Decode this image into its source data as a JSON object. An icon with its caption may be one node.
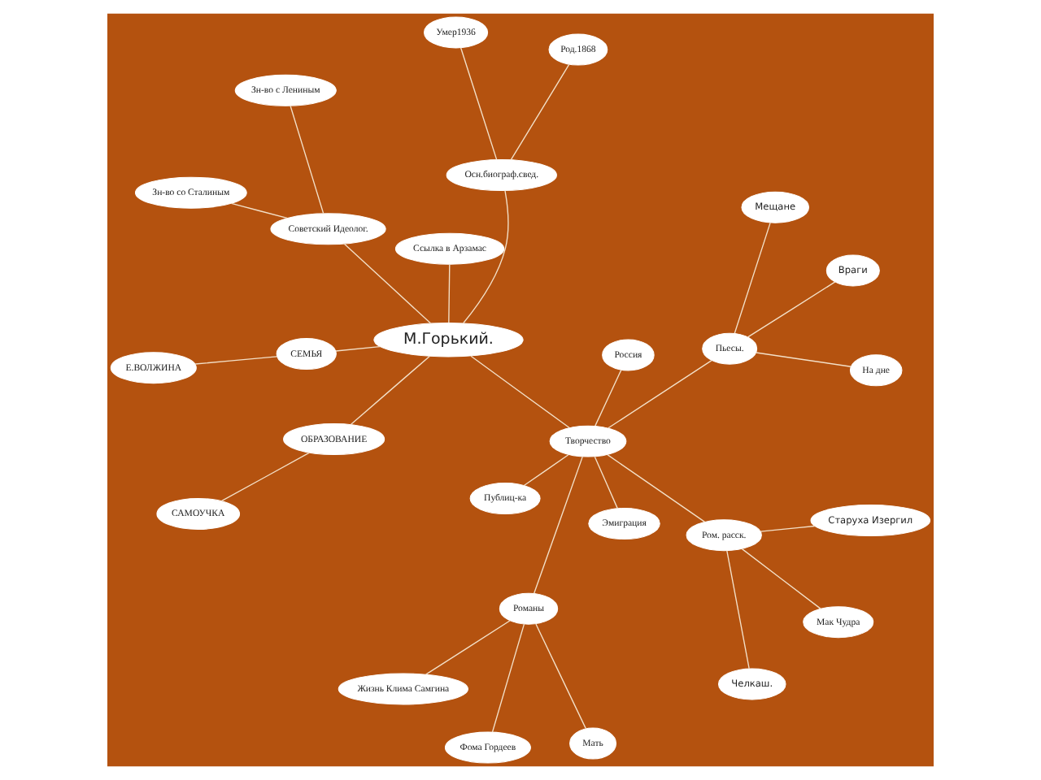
{
  "diagram": {
    "nodes": [
      {
        "text": [
          "Е.ВОЛЖИНА"
        ]
      },
      {
        "text": [
          "Осн.биограф.свед."
        ]
      },
      {
        "text": [
          "Эмиграция"
        ]
      },
      {
        "text": [
          "Россия"
        ]
      },
      {
        "text": [
          "Род.1868"
        ]
      },
      {
        "text": [
          "Умер1936"
        ]
      },
      {
        "text": [
          "СЕМЬЯ"
        ]
      },
      {
        "text": [
          "Мак Чудра"
        ]
      },
      {
        "text": [
          "Ром. расск."
        ]
      },
      {
        "text": [
          "Челкаш."
        ]
      },
      {
        "text": [
          "Творчество"
        ]
      },
      {
        "text": [
          "ОБРАЗОВАНИЕ"
        ]
      },
      {
        "text": [
          "Старуха Изергил"
        ]
      },
      {
        "text": [
          "М.Горький."
        ]
      },
      {
        "text": [
          "Пьесы."
        ]
      },
      {
        "text": [
          "САМОУЧКА"
        ]
      },
      {
        "text": [
          "На дне"
        ]
      },
      {
        "text": [
          "Публиц-ка"
        ]
      },
      {
        "text": [
          "Мещане"
        ]
      },
      {
        "text": [
          "Советский Идеолог."
        ]
      },
      {
        "text": [
          "Ссылка в Арзамас"
        ]
      },
      {
        "text": [
          "Романы"
        ]
      },
      {
        "text": [
          "Враги"
        ]
      },
      {
        "text": [
          "Зн-во с Лениным"
        ]
      },
      {
        "text": [
          "Зн-во со Сталиным"
        ]
      },
      {
        "text": [
          "Фома Гордеев"
        ]
      },
      {
        "text": [
          "Мать"
        ]
      },
      {
        "text": [
          "Жизнь Клима Самгина"
        ]
      }
    ],
    "edges": [
      {
        "from": 13,
        "to": 1,
        "arrow": "none"
      },
      {
        "from": 1,
        "to": 4,
        "arrow": "none"
      },
      {
        "from": 1,
        "to": 5,
        "arrow": "none"
      },
      {
        "from": 0,
        "to": 6,
        "arrow": "none"
      },
      {
        "from": 6,
        "to": 13,
        "arrow": "none"
      },
      {
        "from": 13,
        "to": 11,
        "arrow": "none"
      },
      {
        "from": 11,
        "to": 15,
        "arrow": "none"
      },
      {
        "from": 13,
        "to": 10,
        "arrow": "none"
      },
      {
        "from": 10,
        "to": 2,
        "arrow": "none"
      },
      {
        "from": 10,
        "to": 3,
        "arrow": "none"
      },
      {
        "from": 10,
        "to": 8,
        "arrow": "none"
      },
      {
        "from": 8,
        "to": 7,
        "arrow": "none"
      },
      {
        "from": 8,
        "to": 9,
        "arrow": "none"
      },
      {
        "from": 8,
        "to": 12,
        "arrow": "none"
      },
      {
        "from": 10,
        "to": 14,
        "arrow": "none"
      },
      {
        "from": 14,
        "to": 16,
        "arrow": "none"
      },
      {
        "from": 14,
        "to": 18,
        "arrow": "none"
      },
      {
        "from": 14,
        "to": 22,
        "arrow": "none"
      },
      {
        "from": 10,
        "to": 17,
        "arrow": "none"
      },
      {
        "from": 10,
        "to": 21,
        "arrow": "none"
      },
      {
        "from": 21,
        "to": 25,
        "arrow": "none"
      },
      {
        "from": 21,
        "to": 26,
        "arrow": "none"
      },
      {
        "from": 21,
        "to": 27,
        "arrow": "none"
      },
      {
        "from": 13,
        "to": 19,
        "arrow": "none"
      },
      {
        "from": 19,
        "to": 23,
        "arrow": "none"
      },
      {
        "from": 19,
        "to": 24,
        "arrow": "none"
      },
      {
        "from": 13,
        "to": 20,
        "arrow": "none"
      }
    ]
  }
}
